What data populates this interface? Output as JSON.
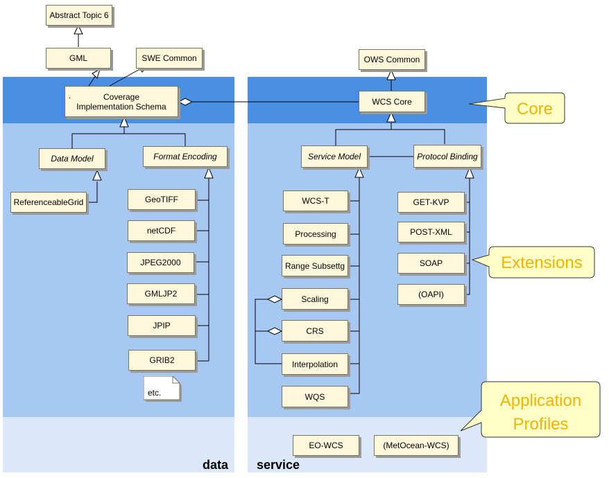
{
  "boxes": {
    "abstract_topic_6": "Abstract Topic 6",
    "gml": "GML",
    "swe_common": "SWE Common",
    "coverage_dot": ".",
    "coverage_line1": "Coverage",
    "coverage_line2": "Implementation Schema",
    "data_model": "Data Model",
    "format_encoding": "Format Encoding",
    "referenceable_grid": "ReferenceableGrid",
    "geotiff": "GeoTIFF",
    "netcdf": "netCDF",
    "jpeg2000": "JPEG2000",
    "gmljp2": "GMLJP2",
    "jpip": "JPIP",
    "grib2": "GRIB2",
    "etc": "etc.",
    "ows_common": "OWS Common",
    "wcs_core": "WCS Core",
    "service_model": "Service Model",
    "protocol_binding": "Protocol Binding",
    "wcs_t": "WCS-T",
    "processing": "Processing",
    "range_subsetting": "Range Subsettg",
    "scaling": "Scaling",
    "crs": "CRS",
    "interpolation": "Interpolation",
    "wqs": "WQS",
    "get_kvp": "GET-KVP",
    "post_xml": "POST-XML",
    "soap": "SOAP",
    "oapi": "(OAPI)",
    "eo_wcs": "EO-WCS",
    "metocean_wcs": "(MetOcean-WCS)"
  },
  "callouts": {
    "core": "Core",
    "extensions": "Extensions",
    "application_profiles_line1": "Application",
    "application_profiles_line2": "Profiles"
  },
  "zones": {
    "data": "data",
    "service": "service"
  },
  "colors": {
    "core_band": "#4a90e2",
    "extensions_band": "#a8c8f4",
    "profiles_band": "#dbe8fa",
    "box_fill": "#fdf8dc",
    "callout_fill": "#ffffc8",
    "callout_text": "#f0b400"
  }
}
